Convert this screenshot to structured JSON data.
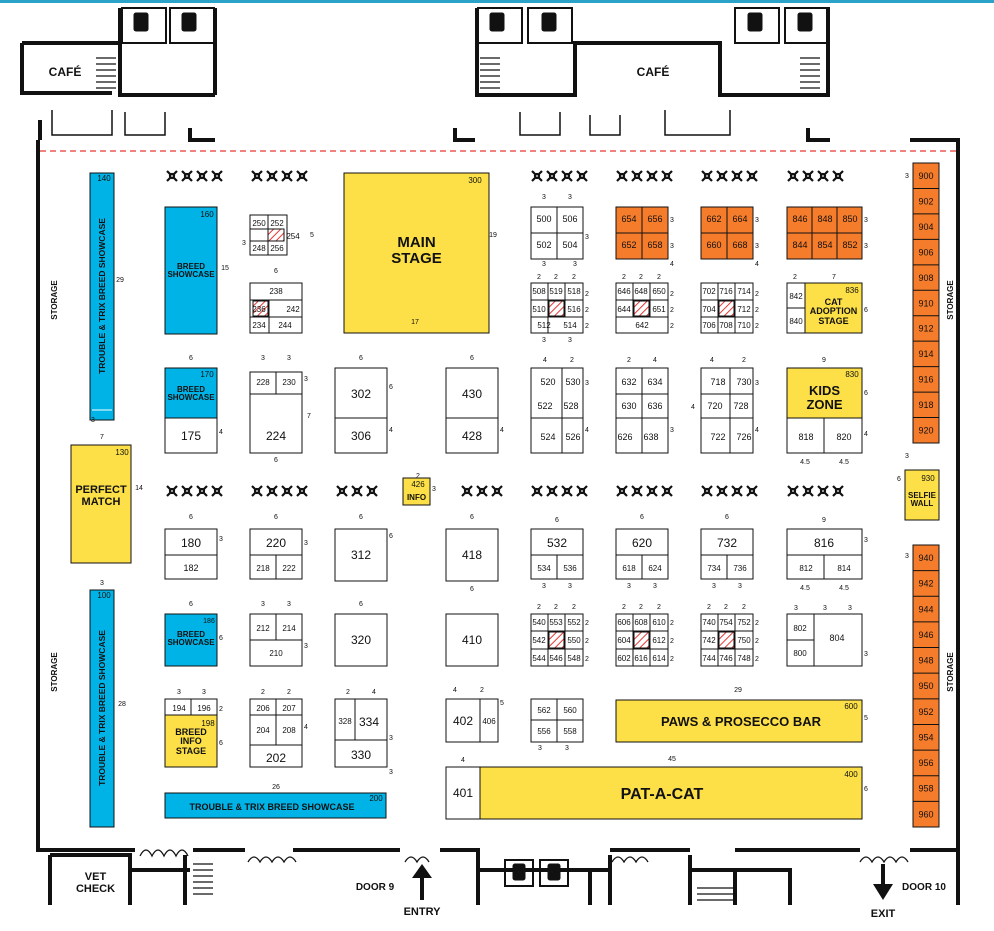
{
  "map": {
    "cafe_label": "CAFÉ",
    "storage_label": "STORAGE",
    "vet_check": "VET\nCHECK",
    "door_9": "DOOR 9",
    "door_10": "DOOR 10",
    "entry": "ENTRY",
    "exit": "EXIT",
    "colors": {
      "blue": "#00b3e6",
      "yellow": "#fde047",
      "orange": "#f57c2a",
      "wall": "#111111",
      "dashed": "#e53935",
      "stripe": "#e53935"
    }
  },
  "features": {
    "main_stage": {
      "number": "300",
      "label": "MAIN\nSTAGE"
    },
    "breed_showcase_160": {
      "number": "160",
      "label": "BREED\nSHOWCASE"
    },
    "breed_showcase_170": {
      "number": "170",
      "label": "BREED\nSHOWCASE"
    },
    "breed_showcase_186": {
      "number": "186",
      "label": "BREED\nSHOWCASE"
    },
    "breed_info_stage": {
      "number": "198",
      "label": "BREED\nINFO\nSTAGE"
    },
    "perfect_match": {
      "number": "130",
      "label": "PERFECT\nMATCH"
    },
    "trouble_trix_140": {
      "number": "140",
      "label": "TROUBLE & TRIX BREED SHOWCASE"
    },
    "trouble_trix_100": {
      "number": "100",
      "label": "TROUBLE & TRIX BREED SHOWCASE"
    },
    "trouble_trix_200": {
      "number": "200",
      "label": "TROUBLE & TRIX BREED SHOWCASE"
    },
    "info": {
      "number": "426",
      "label": "INFO"
    },
    "cat_adoption_stage": {
      "number": "836",
      "label": "CAT\nADOPTION\nSTAGE"
    },
    "kids_zone": {
      "number": "830",
      "label": "KIDS\nZONE"
    },
    "selfie_wall": {
      "number": "930",
      "label": "SELFIE\nWALL"
    },
    "paws_prosecco": {
      "number": "600",
      "label": "PAWS & PROSECCO BAR"
    },
    "pat_a_cat": {
      "number": "400",
      "label": "PAT-A-CAT"
    }
  },
  "booths": {
    "b175": "175",
    "b180": "180",
    "b182": "182",
    "b194": "194",
    "b196": "196",
    "b202": "202",
    "b204": "204",
    "b206": "206",
    "b207": "207",
    "b208": "208",
    "b210": "210",
    "b212": "212",
    "b214": "214",
    "b218": "218",
    "b220": "220",
    "b222": "222",
    "b224": "224",
    "b228": "228",
    "b230": "230",
    "b234": "234",
    "b236": "236",
    "b238": "238",
    "b242": "242",
    "b244": "244",
    "b248": "248",
    "b250": "250",
    "b252": "252",
    "b254": "254",
    "b256": "256",
    "b302": "302",
    "b306": "306",
    "b312": "312",
    "b320": "320",
    "b328": "328",
    "b330": "330",
    "b334": "334",
    "b401": "401",
    "b402": "402",
    "b406": "406",
    "b410": "410",
    "b418": "418",
    "b428": "428",
    "b430": "430",
    "b500": "500",
    "b502": "502",
    "b504": "504",
    "b506": "506",
    "b508": "508",
    "b510": "510",
    "b512": "512",
    "b514": "514",
    "b516": "516",
    "b518": "518",
    "b519": "519",
    "b520": "520",
    "b522": "522",
    "b524": "524",
    "b526": "526",
    "b528": "528",
    "b530": "530",
    "b532": "532",
    "b534": "534",
    "b536": "536",
    "b540": "540",
    "b542": "542",
    "b544": "544",
    "b546": "546",
    "b548": "548",
    "b550": "550",
    "b552": "552",
    "b553": "553",
    "b556": "556",
    "b558": "558",
    "b560": "560",
    "b562": "562",
    "b602": "602",
    "b604": "604",
    "b606": "606",
    "b608": "608",
    "b610": "610",
    "b612": "612",
    "b614": "614",
    "b616": "616",
    "b618": "618",
    "b620": "620",
    "b624": "624",
    "b626": "626",
    "b630": "630",
    "b632": "632",
    "b634": "634",
    "b636": "636",
    "b638": "638",
    "b642": "642",
    "b644": "644",
    "b646": "646",
    "b648": "648",
    "b650": "650",
    "b651": "651",
    "b652": "652",
    "b654": "654",
    "b656": "656",
    "b658": "658",
    "b660": "660",
    "b662": "662",
    "b664": "664",
    "b668": "668",
    "b702": "702",
    "b704": "704",
    "b706": "706",
    "b708": "708",
    "b710": "710",
    "b712": "712",
    "b714": "714",
    "b716": "716",
    "b718": "718",
    "b720": "720",
    "b722": "722",
    "b726": "726",
    "b728": "728",
    "b730": "730",
    "b732": "732",
    "b734": "734",
    "b736": "736",
    "b740": "740",
    "b742": "742",
    "b744": "744",
    "b746": "746",
    "b748": "748",
    "b750": "750",
    "b752": "752",
    "b754": "754",
    "b800": "800",
    "b802": "802",
    "b804": "804",
    "b812": "812",
    "b814": "814",
    "b816": "816",
    "b818": "818",
    "b820": "820",
    "b840": "840",
    "b842": "842",
    "b844": "844",
    "b846": "846",
    "b848": "848",
    "b850": "850",
    "b852": "852",
    "b854": "854",
    "b900": "900",
    "b902": "902",
    "b904": "904",
    "b906": "906",
    "b908": "908",
    "b910": "910",
    "b912": "912",
    "b914": "914",
    "b916": "916",
    "b918": "918",
    "b920": "920",
    "b940": "940",
    "b942": "942",
    "b944": "944",
    "b946": "946",
    "b948": "948",
    "b950": "950",
    "b952": "952",
    "b954": "954",
    "b956": "956",
    "b958": "958",
    "b960": "960"
  },
  "dimensions": {
    "d2": "2",
    "d3": "3",
    "d4": "4",
    "d5": "5",
    "d6": "6",
    "d7": "7",
    "d9": "9",
    "d14": "14",
    "d15": "15",
    "d17": "17",
    "d19": "19",
    "d26": "26",
    "d28": "28",
    "d29": "29",
    "d45": "45",
    "d4_5": "4.5"
  }
}
